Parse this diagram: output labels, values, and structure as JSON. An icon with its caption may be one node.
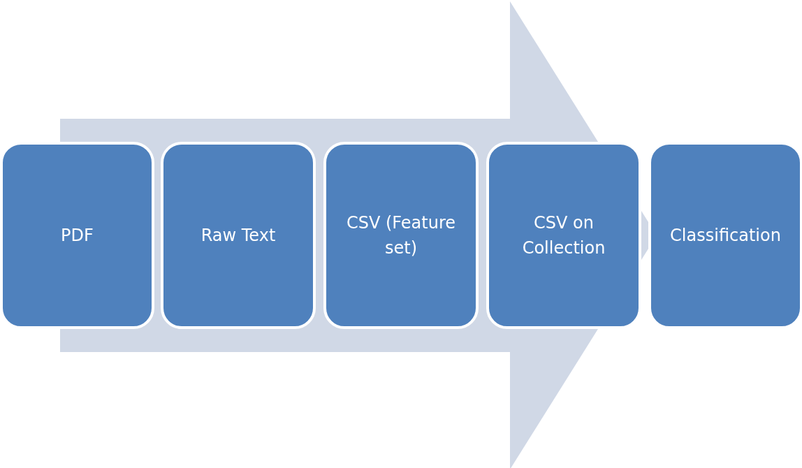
{
  "diagram": {
    "nodes": [
      {
        "text": [
          "PDF"
        ]
      },
      {
        "text": [
          "Raw Text"
        ]
      },
      {
        "text": [
          "CSV (Feature set)"
        ]
      },
      {
        "text": [
          "CSV on Collection"
        ]
      },
      {
        "text": [
          "Classification"
        ]
      }
    ],
    "edges": [
      {
        "from": 0,
        "to": 4,
        "arrow": "to"
      }
    ]
  }
}
